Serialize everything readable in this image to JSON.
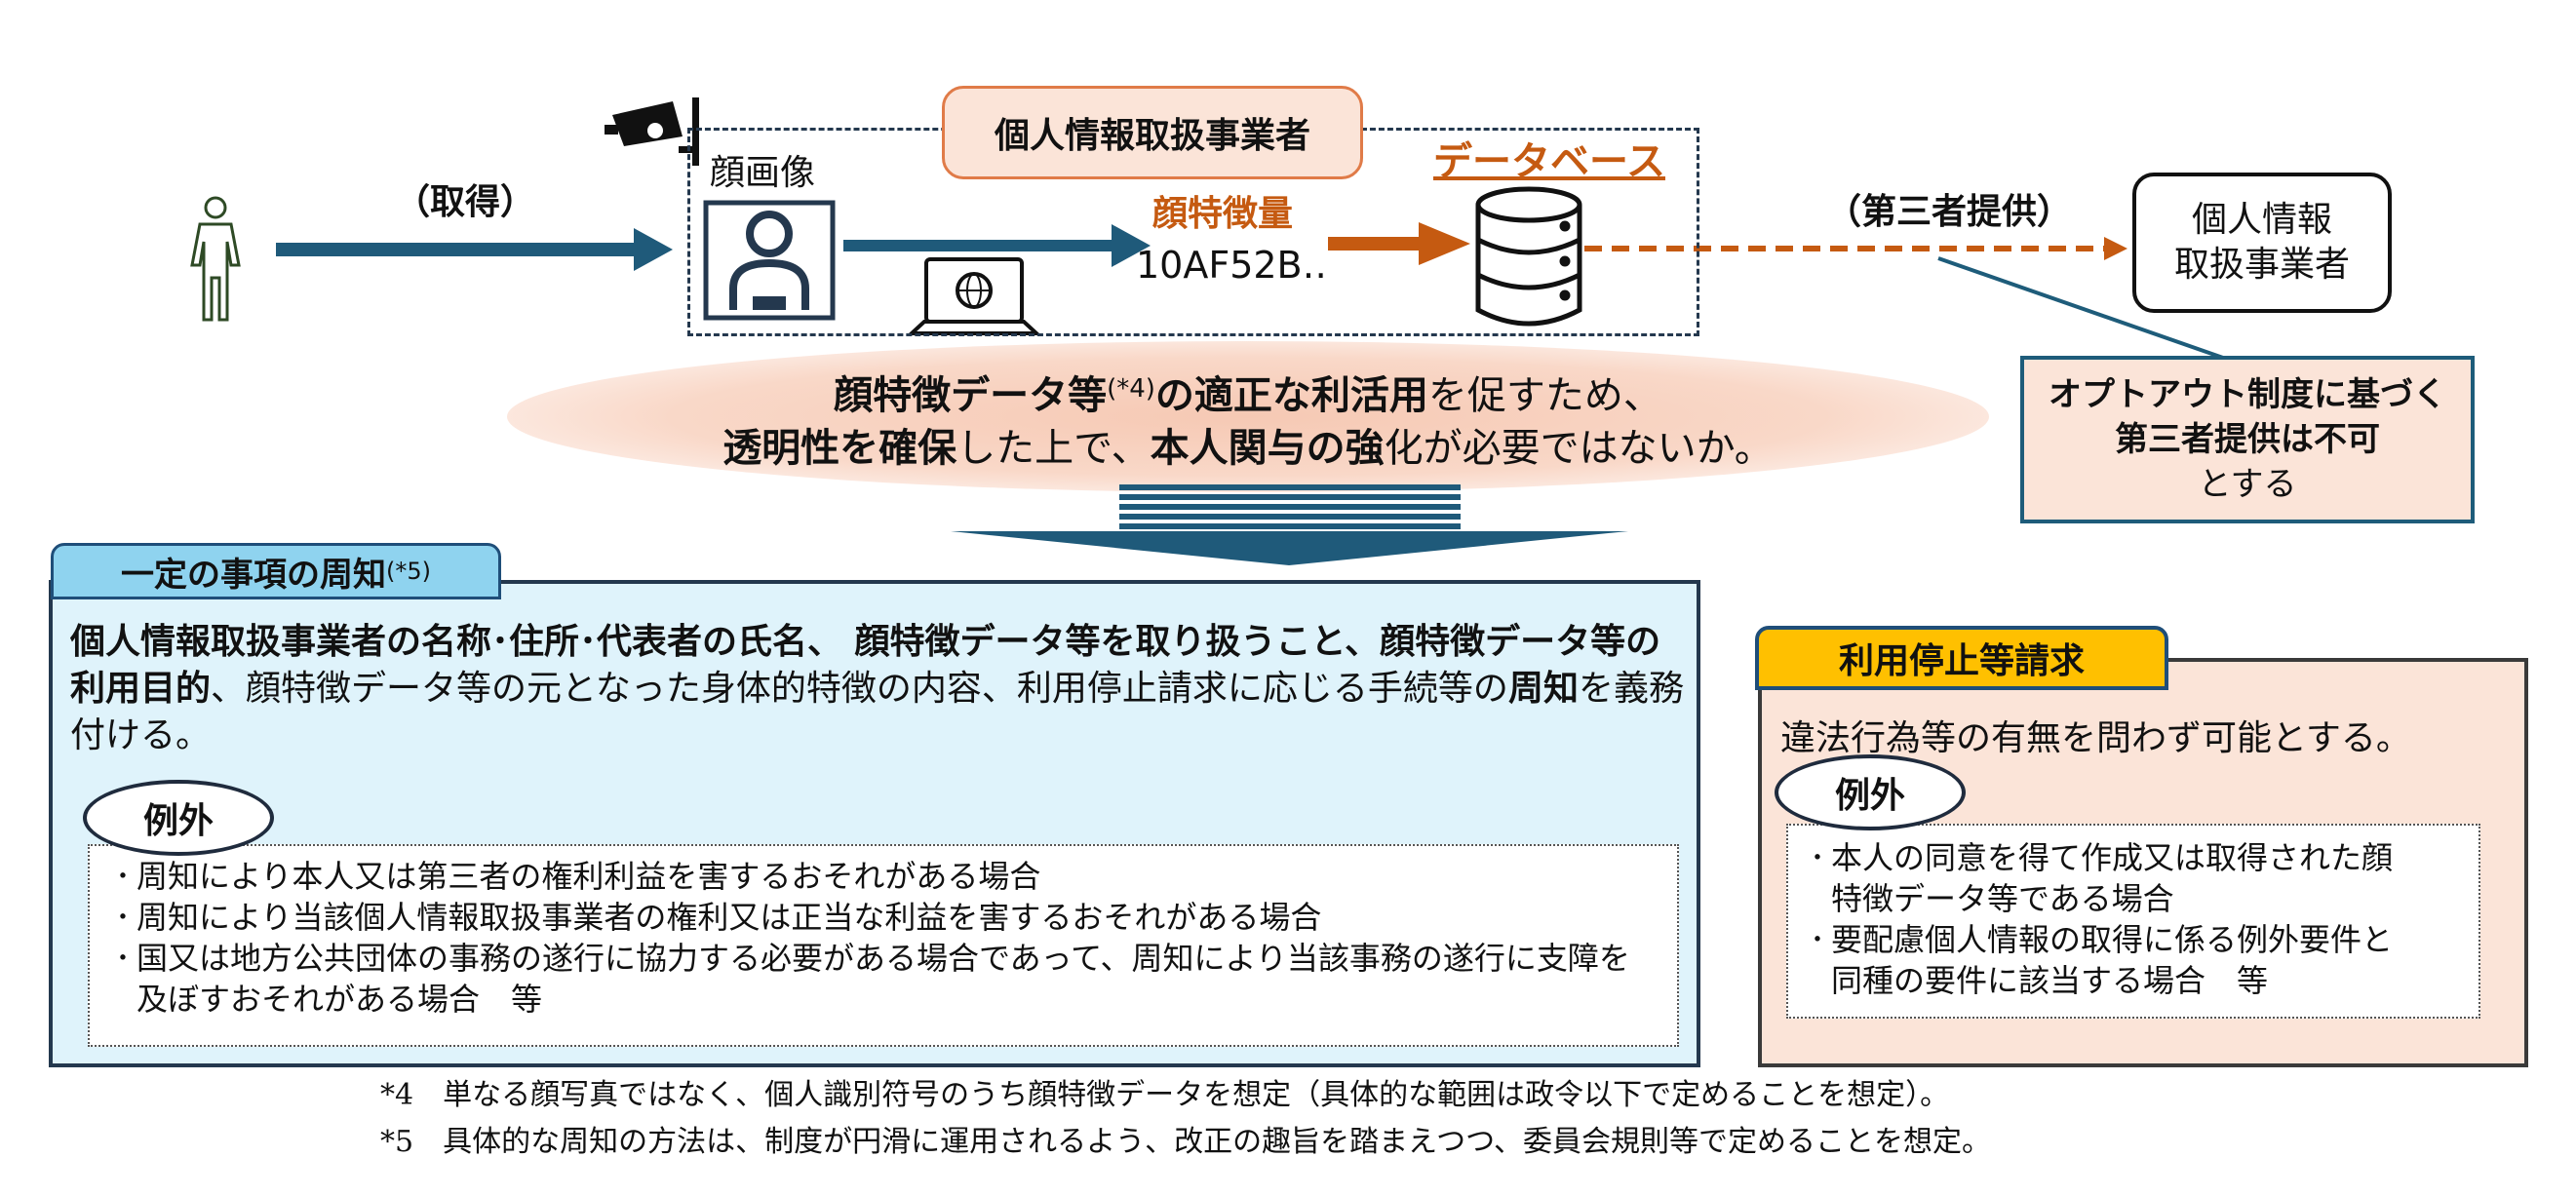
{
  "diagram": {
    "business_title": "個人情報取扱事業者",
    "face_image_label": "顔画像",
    "face_feature_label": "顔特徴量",
    "feature_hash": "10AF52B‥",
    "database_label": "データベース",
    "acquire_label": "（取得）",
    "third_party_label": "（第三者提供）",
    "recipient_line1": "個人情報",
    "recipient_line2": "取扱事業者",
    "optout_line1": "オプトアウト制度に基づく",
    "optout_line2": "第三者提供は不可",
    "optout_line3": "とする",
    "colors": {
      "navy": "#1f5a7a",
      "orange": "#c55a11",
      "dark": "#24384e"
    }
  },
  "key_message": {
    "l1_a": "顔特徴データ等",
    "l1_sup": "(*4)",
    "l1_b": "の適正な利活用",
    "l1_c": "を促すため、",
    "l2_a": "透明性を確保",
    "l2_b": "した上で、",
    "l2_c": "本人関与の強",
    "l2_d": "化が必要ではないか。"
  },
  "notice": {
    "tab_title": "一定の事項の周知",
    "tab_sup": "(*5)",
    "body_bold1": "個人情報取扱事業者の名称･住所･代表者の氏名、 顔特徴データ等を取り扱うこと、顔特徴データ等の利用目的",
    "body_normal1": "、顔特徴データ等の元となった身体的特徴の内容、利用停止請求に応じる手続等の",
    "body_bold2": "周知",
    "body_normal2": "を義務付ける。",
    "exception_label": "例外",
    "exceptions": [
      "周知により本人又は第三者の権利利益を害するおそれがある場合",
      "周知により当該個人情報取扱事業者の権利又は正当な利益を害するおそれがある場合",
      "国又は地方公共団体の事務の遂行に協力する必要がある場合であって、周知により当該事務の遂行に支障を及ぼすおそれがある場合　等"
    ]
  },
  "request": {
    "tab_title": "利用停止等請求",
    "body": "違法行為等の有無を問わず可能とする。",
    "exception_label": "例外",
    "exceptions": [
      "本人の同意を得て作成又は取得された顔特徴データ等である場合",
      "要配慮個人情報の取得に係る例外要件と同種の要件に該当する場合　等"
    ]
  },
  "footnotes": [
    "*4　単なる顔写真ではなく、個人識別符号のうち顔特徴データを想定（具体的な範囲は政令以下で定めることを想定）。",
    "*5　具体的な周知の方法は、制度が円滑に運用されるよう、改正の趣旨を踏まえつつ、委員会規則等で定めることを想定。"
  ]
}
